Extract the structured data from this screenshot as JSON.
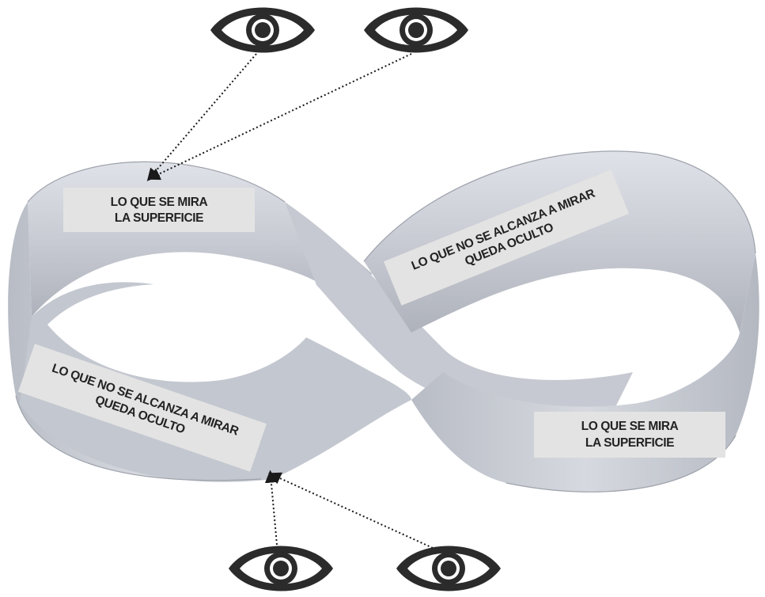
{
  "diagram": {
    "labels": {
      "top_left_line1": "LO QUE SE MIRA",
      "top_left_line2": "LA SUPERFICIE",
      "top_right_line1": "LO QUE NO SE ALCANZA A MIRAR",
      "top_right_line2": "QUEDA OCULTO",
      "bottom_left_line1": "LO QUE NO SE ALCANZA A MIRAR",
      "bottom_left_line2": "QUEDA OCULTO",
      "bottom_right_line1": "LO QUE SE MIRA",
      "bottom_right_line2": "LA SUPERFICIE"
    },
    "icons": [
      "eye-icon",
      "eye-icon",
      "eye-icon",
      "eye-icon"
    ],
    "colors": {
      "band": "#c9ccd3",
      "band_dark": "#a9adb6",
      "band_light": "#dde0e6",
      "label_box": "#e3e3e3",
      "arrow": "#1a1a1a",
      "eye": "#2b2b2b"
    }
  }
}
